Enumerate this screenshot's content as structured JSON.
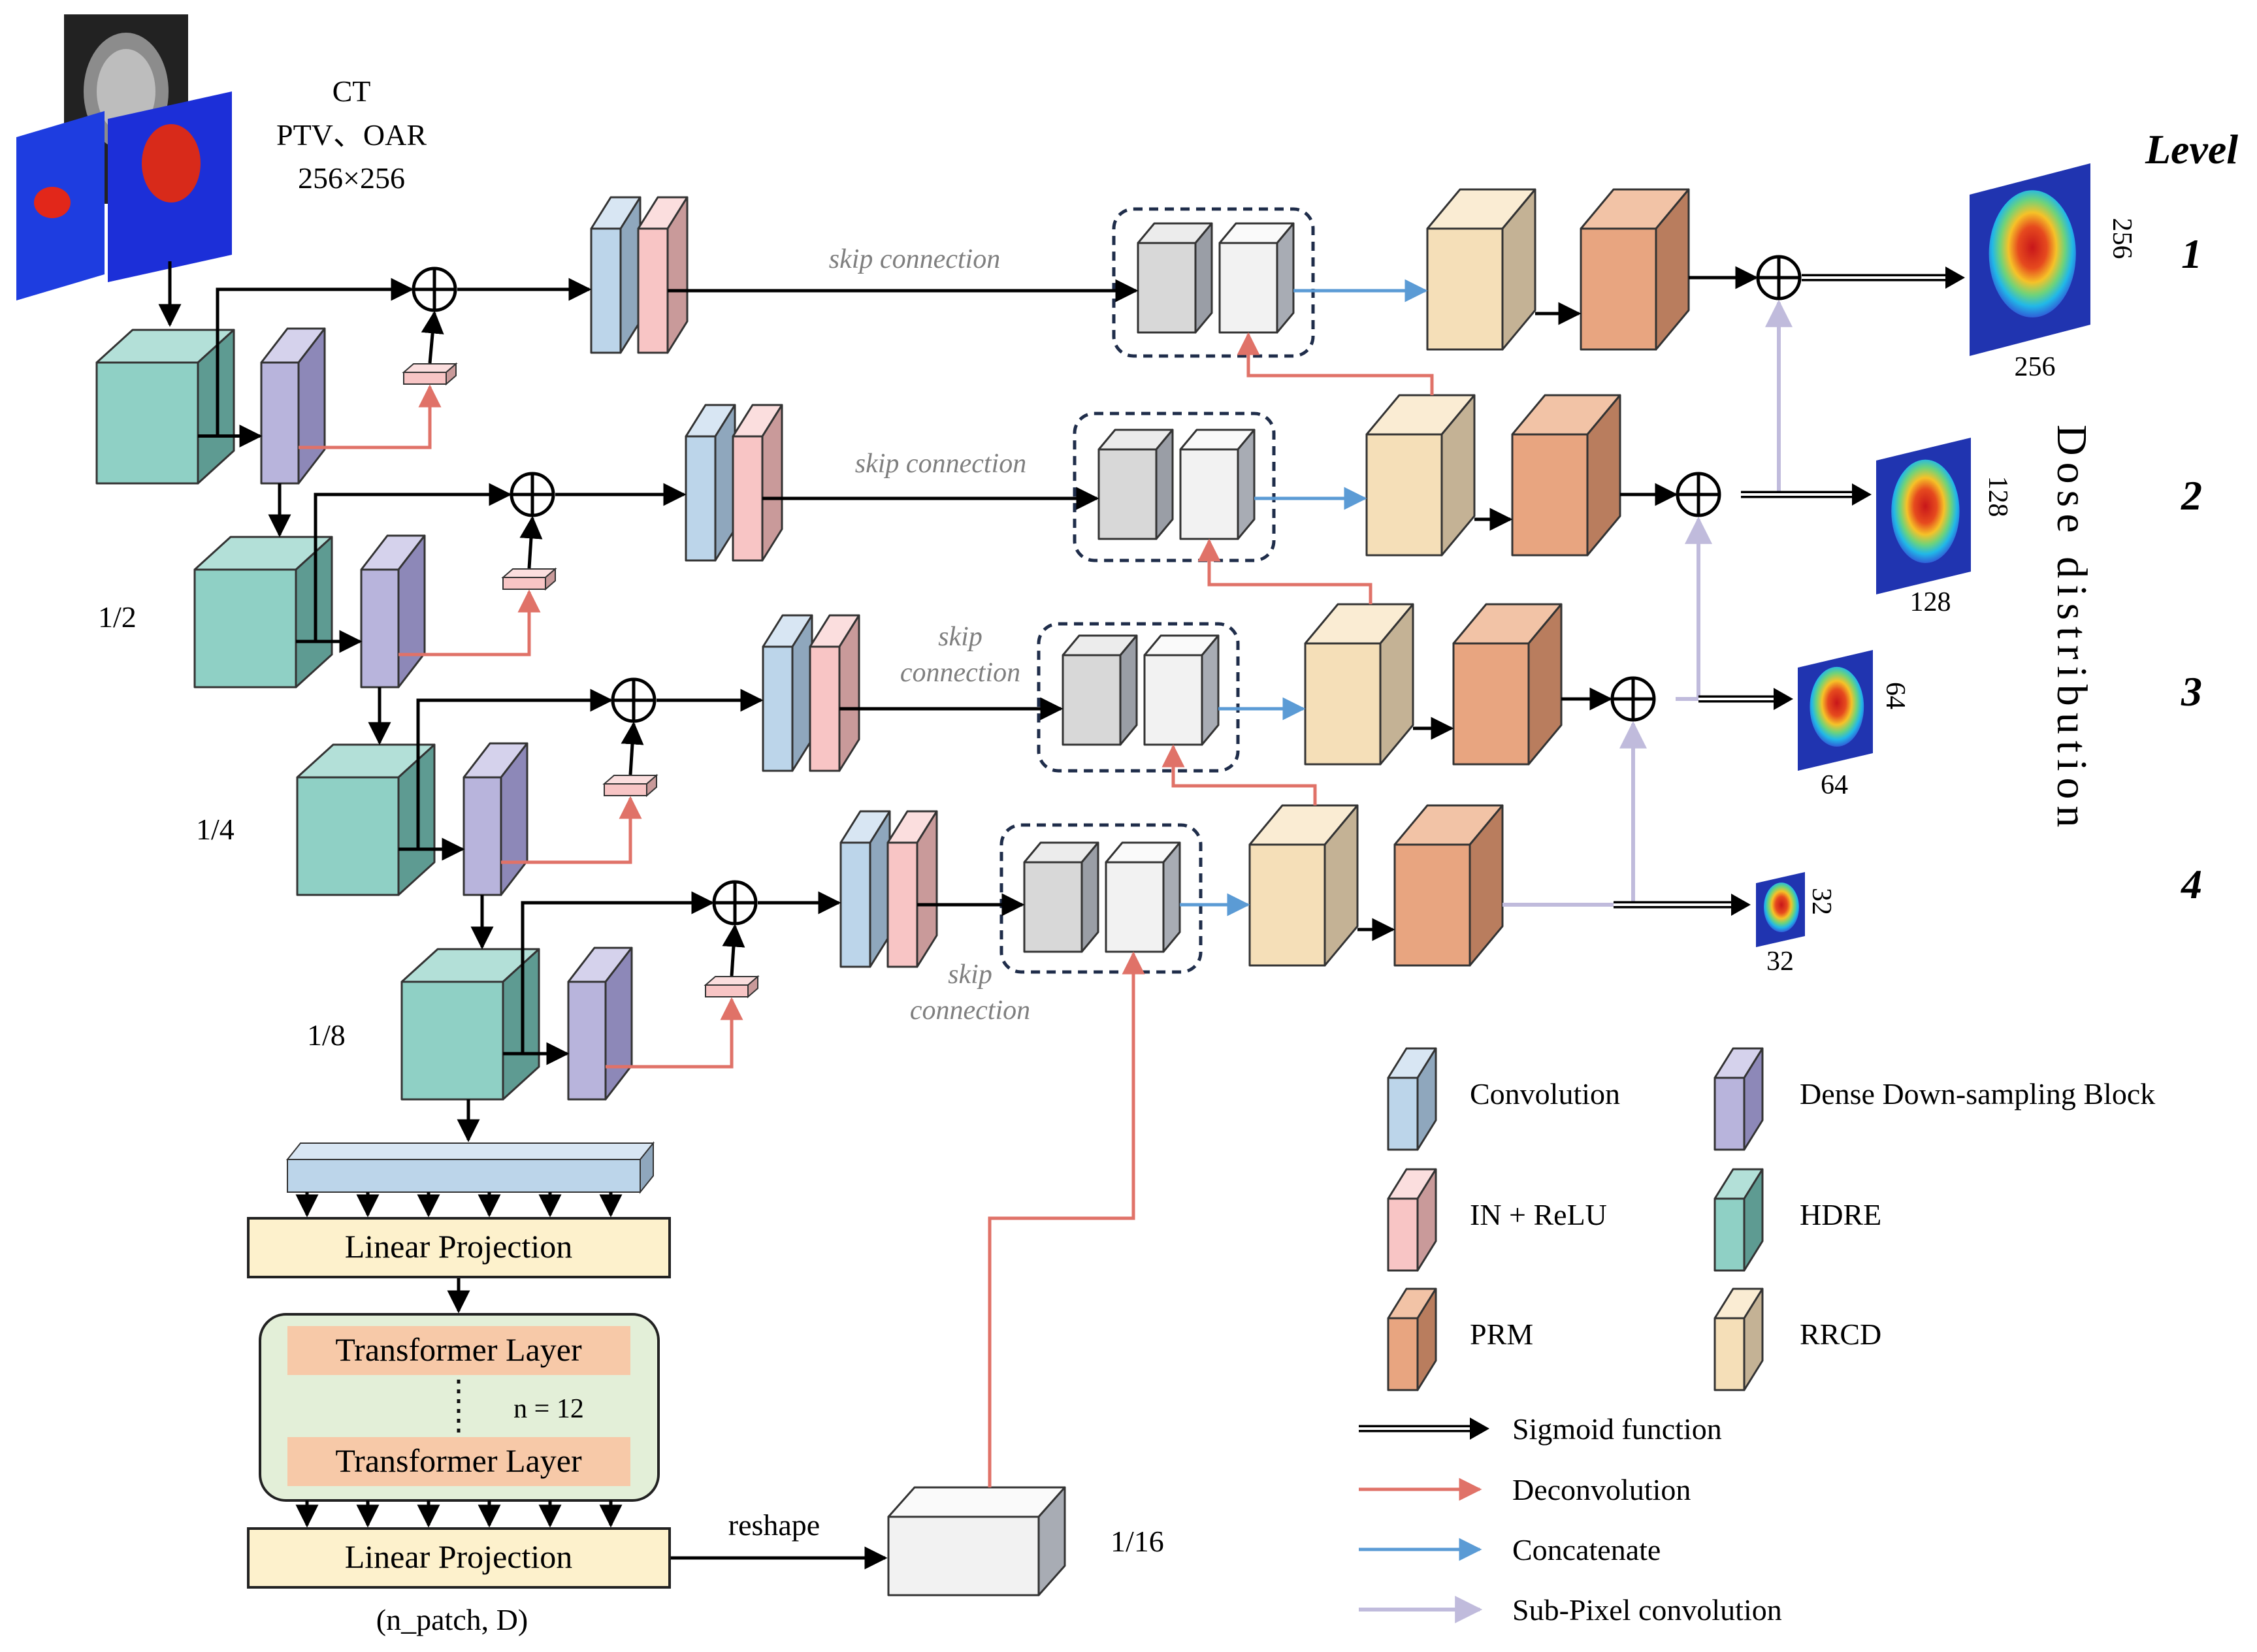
{
  "input": {
    "caption_line1": "CT",
    "caption_line2": "PTV、OAR",
    "caption_line3": "256×256"
  },
  "level_header": "Level",
  "levels": [
    "1",
    "2",
    "3",
    "4"
  ],
  "dose_distribution_label": "Dose distribution",
  "scales": {
    "half": "1/2",
    "quarter": "1/4",
    "eighth": "1/8",
    "sixteenth": "1/16"
  },
  "skip_connection": {
    "full": "skip connection",
    "word1": "skip",
    "word2": "connection"
  },
  "outputs": [
    {
      "size": "256"
    },
    {
      "size": "128"
    },
    {
      "size": "64"
    },
    {
      "size": "32"
    }
  ],
  "transformer": {
    "linear_projection_top": "Linear Projection",
    "layer_top": "Transformer Layer",
    "layer_bottom": "Transformer Layer",
    "repeat": "n = 12",
    "linear_projection_bottom": "Linear Projection",
    "shape": "(n_patch, D)",
    "reshape": "reshape"
  },
  "legend": {
    "convolution": "Convolution",
    "in_relu": "IN + ReLU",
    "prm": "PRM",
    "dense_down": "Dense Down-sampling Block",
    "hdre": "HDRE",
    "rrcd": "RRCD",
    "sigmoid": "Sigmoid function",
    "deconvolution": "Deconvolution",
    "concatenate": "Concatenate",
    "subpixel": "Sub-Pixel convolution"
  },
  "colors": {
    "teal_front": "#8fd0c5",
    "teal_top": "#b3e0d8",
    "teal_side": "#5e9b92",
    "purple_front": "#b8b4dc",
    "purple_top": "#d5d2ec",
    "purple_side": "#8d88b8",
    "blue_front": "#bcd5ea",
    "blue_top": "#d8e6f3",
    "blue_side": "#8fa7bd",
    "pink_front": "#f8c5c5",
    "pink_top": "#fbdede",
    "pink_side": "#c99a9a",
    "cream_front": "#f5dfb8",
    "cream_top": "#faecd3",
    "cream_side": "#c4b295",
    "orange_front": "#e8a580",
    "orange_top": "#f2c3a6",
    "orange_side": "#b97d5e",
    "grey_front": "#d8d8d8",
    "grey_top": "#ececec",
    "grey_side": "#9a9ea6",
    "white_front": "#f2f2f2",
    "white_top": "#fafafa",
    "white_side": "#a8acb4",
    "deconv_red": "#e07268",
    "concat_blue": "#5b9bd5",
    "subpixel_lavender": "#c0bbdc",
    "dashed_box": "#1f2d4a",
    "proj_fill": "#fdf1cc",
    "transformer_box": "#e3efd8",
    "transformer_layer": "#f7c9a8",
    "dose_colormap_bg": "#2034b0"
  }
}
